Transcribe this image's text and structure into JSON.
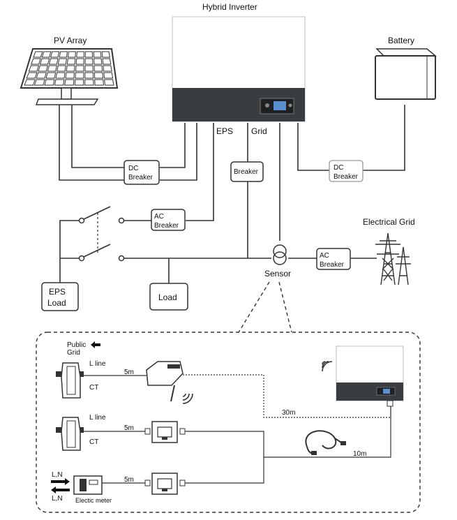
{
  "labels": {
    "pv_array": "PV Array",
    "hybrid_inverter": "Hybrid Inverter",
    "battery": "Battery",
    "eps": "EPS",
    "grid": "Grid",
    "dc_breaker_left": [
      "DC",
      "Breaker"
    ],
    "breaker_grid": "Breaker",
    "dc_breaker_right": [
      "DC",
      "Breaker"
    ],
    "ac_breaker_eps": [
      "AC",
      "Breaker"
    ],
    "ac_breaker_grid": [
      "AC",
      "Breaker"
    ],
    "electrical_grid": "Electrical Grid",
    "sensor": "Sensor",
    "eps_load": [
      "EPS",
      "Load"
    ],
    "load": "Load"
  },
  "detail": {
    "public_grid": [
      "Public",
      "Grid"
    ],
    "ct1_line": "L line",
    "ct1_ct": "CT",
    "ct1_cable": "5m",
    "ct2_line": "L line",
    "ct2_ct": "CT",
    "ct2_cable": "5m",
    "meter_ln_in": "L,N",
    "meter_ln_out": "L,N",
    "meter_cable": "5m",
    "meter_label": "Electic meter",
    "wireless_distance": "30m",
    "cable_distance": "10m"
  },
  "colors": {
    "inverter_band": "#3a3d40",
    "display": "#5a8fd0",
    "line": "#333333"
  }
}
